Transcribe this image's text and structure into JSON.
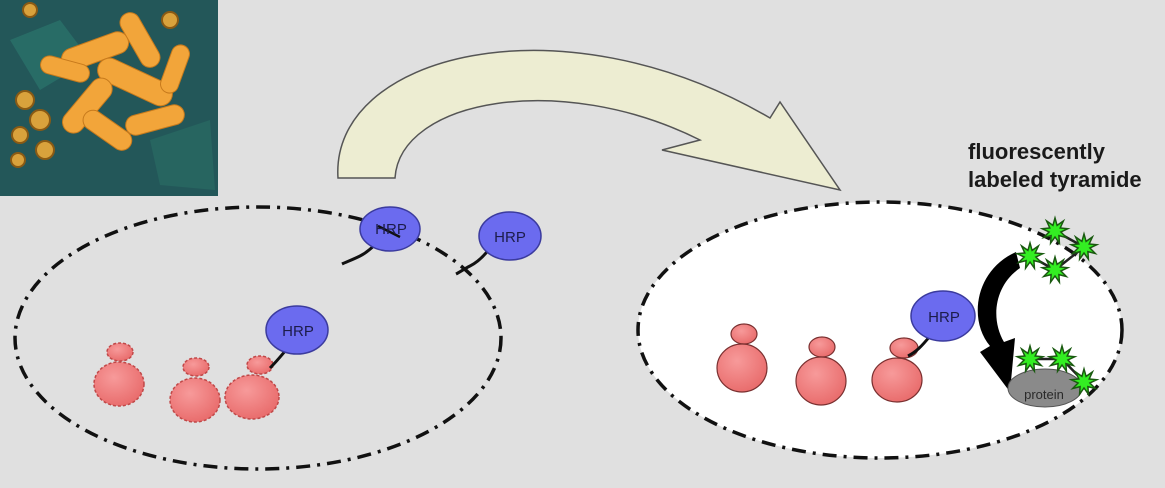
{
  "labels": {
    "tyramide_line1": "fluorescently",
    "tyramide_line2": "labeled tyramide",
    "enzyme": "HRP",
    "protein": "protein"
  },
  "colors": {
    "background": "#e0e0e0",
    "hrp_fill": "#6b6bef",
    "cell_fill": "#f07878",
    "arrow_fill": "#ededd2",
    "fluorophore": "#33ee22",
    "protein_fill": "#8a8a8a"
  },
  "icons": {
    "photo": "microscopy-bacteria-photo",
    "transfer_arrow": "curved-arrow-icon",
    "reaction_arrow": "curved-black-arrow-icon",
    "fluorophore": "green-star-icon"
  }
}
